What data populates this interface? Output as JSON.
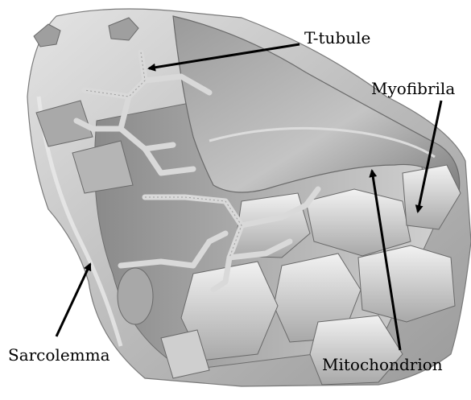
{
  "labels": {
    "t_tubule": "T-tubule",
    "myofibrila": "Myofibrila",
    "sarcolemma": "Sarcolemma",
    "mitochondrion": "Mitochondrion"
  },
  "colors": {
    "membrane": "#c8c8c8",
    "membrane_dark": "#8e8e8e",
    "myofibril": "#d6d6d6",
    "tubule": "#cfcfcf",
    "arrow": "#000000"
  }
}
